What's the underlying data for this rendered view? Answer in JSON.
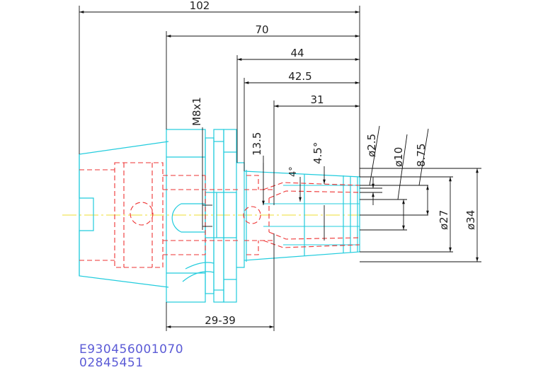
{
  "drawing": {
    "colors": {
      "outline": "#22ccdd",
      "hidden": "#ee3333",
      "dimension": "#111111",
      "centerline": "#eedd33",
      "code_text": "#5b5bd6"
    },
    "dimensions": {
      "len_102": "102",
      "len_70": "70",
      "len_44": "44",
      "len_42_5": "42.5",
      "len_31": "31",
      "len_13_5": "13.5",
      "thread_m8": "M8x1",
      "angle_4_5": "4.5°",
      "angle_4": "4°",
      "dia_2_5": "ø2.5",
      "dia_10": "ø10",
      "len_8_75": "8.75",
      "dia_27": "ø27",
      "dia_34": "ø34",
      "range_29_39": "29-39"
    },
    "codes": {
      "part_number": "E930456001070",
      "serial_number": "02845451"
    }
  }
}
